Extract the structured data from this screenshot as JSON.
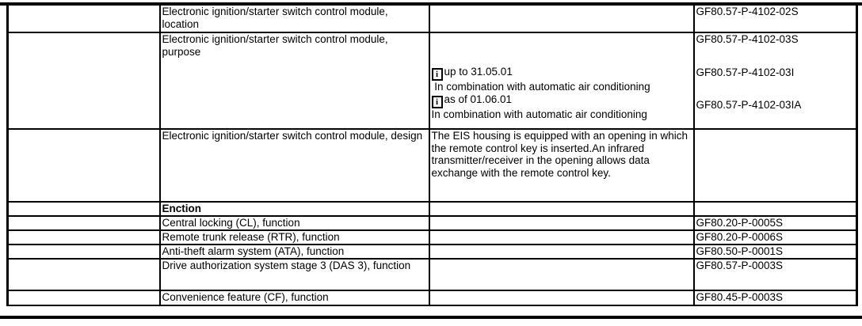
{
  "colors": {
    "background": "#ffffff",
    "text": "#000000",
    "border": "#000000"
  },
  "icons": {
    "info": "i"
  },
  "table": {
    "rows": [
      {
        "desc": "Electronic ignition/starter switch control module, location",
        "detail": "",
        "codes": [
          "GF80.57-P-4102-02S"
        ]
      },
      {
        "desc": "Electronic ignition/starter switch control module, purpose",
        "info": [
          {
            "note": "up to 31.05.01",
            "detail": " In combination with automatic air conditioning"
          },
          {
            "note": "as of 01.06.01",
            "detail": "In combination with automatic air conditioning"
          }
        ],
        "codes": [
          "GF80.57-P-4102-03S",
          "GF80.57-P-4102-03I",
          "GF80.57-P-4102-03IA"
        ]
      },
      {
        "desc": "Electronic ignition/starter switch control module, design",
        "detail": "The EIS housing is equipped with an opening in which the remote control key is inserted.An infrared transmitter/receiver in the opening allows data exchange with the remote control key.",
        "codes": []
      },
      {
        "desc": "Enction",
        "detail": "",
        "codes": []
      },
      {
        "desc": "Central locking (CL), function",
        "detail": "",
        "codes": [
          "GF80.20-P-0005S"
        ]
      },
      {
        "desc": "Remote trunk release (RTR), function",
        "detail": "",
        "codes": [
          "GF80.20-P-0006S"
        ]
      },
      {
        "desc": "Anti-theft alarm system (ATA), function",
        "detail": "",
        "codes": [
          "GF80.50-P-0001S"
        ]
      },
      {
        "desc": "Drive authorization system stage 3 (DAS 3), function",
        "detail": "",
        "codes": [
          "GF80.57-P-0003S"
        ]
      },
      {
        "desc": "Convenience feature (CF), function",
        "detail": "",
        "codes": [
          "GF80.45-P-0003S"
        ]
      }
    ]
  }
}
